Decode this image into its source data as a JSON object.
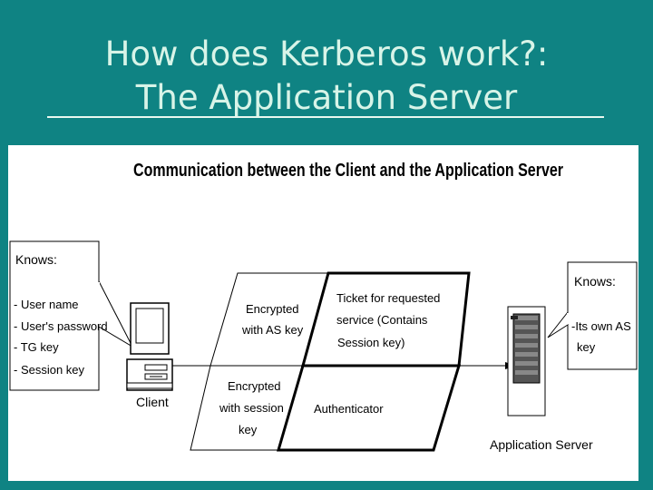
{
  "slide": {
    "title_line1": "How does Kerberos work?:",
    "title_line2": "The Application Server"
  },
  "diagram": {
    "heading": "Communication between the Client and the Application Server",
    "client_knows": {
      "header": "Knows:",
      "items": [
        "- User name",
        "- User's password",
        "- TG key",
        "- Session key"
      ]
    },
    "server_knows": {
      "header": "Knows:",
      "lines": [
        "-Its own AS",
        "key"
      ]
    },
    "client_label": "Client",
    "server_label": "Application Server",
    "messages": {
      "top_left": [
        "Encrypted",
        "with AS key"
      ],
      "top_right": [
        "Ticket for requested",
        "service (Contains",
        "Session key)"
      ],
      "bottom_left": [
        "Encrypted",
        "with session",
        "key"
      ],
      "bottom_right": [
        "Authenticator"
      ]
    }
  }
}
